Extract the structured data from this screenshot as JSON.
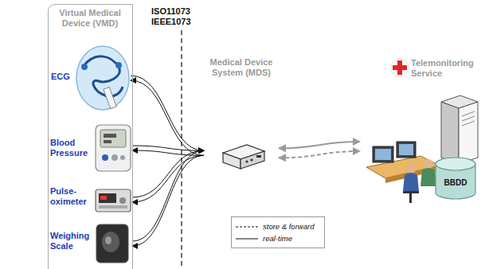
{
  "diagram": {
    "nodes": [
      {
        "text": [
          "Virtual Medical Device (VMD)"
        ]
      },
      {
        "text": [
          "ECG"
        ],
        "in": 0
      },
      {
        "text": [
          "Blood Pressure"
        ],
        "in": 0
      },
      {
        "text": [
          "Pulse-oximeter"
        ],
        "in": 0
      },
      {
        "text": [
          "Weighing Scale"
        ],
        "in": 0
      },
      {
        "text": [
          "Medical Device System (MDS)"
        ]
      },
      {
        "text": [
          "Telemonitoring Service"
        ]
      },
      {
        "text": [
          "BBDD"
        ]
      }
    ],
    "edges": [
      {
        "from": 1,
        "to": 5,
        "arrow": "to"
      },
      {
        "from": 5,
        "to": 1,
        "arrow": "to"
      },
      {
        "from": 2,
        "to": 5,
        "arrow": "to"
      },
      {
        "from": 5,
        "to": 2,
        "arrow": "to"
      },
      {
        "from": 3,
        "to": 5,
        "arrow": "to"
      },
      {
        "from": 5,
        "to": 3,
        "arrow": "to"
      },
      {
        "from": 4,
        "to": 5,
        "arrow": "to"
      },
      {
        "from": 5,
        "to": 4,
        "arrow": "to"
      },
      {
        "from": 5,
        "to": 6,
        "arrow": "both"
      },
      {
        "from": 5,
        "to": 6,
        "arrow": "both"
      }
    ],
    "labels": [
      "ISO11073",
      "IEEE1073"
    ],
    "legend": [
      {
        "text": "store & forward"
      },
      {
        "text": "real-time"
      }
    ]
  }
}
